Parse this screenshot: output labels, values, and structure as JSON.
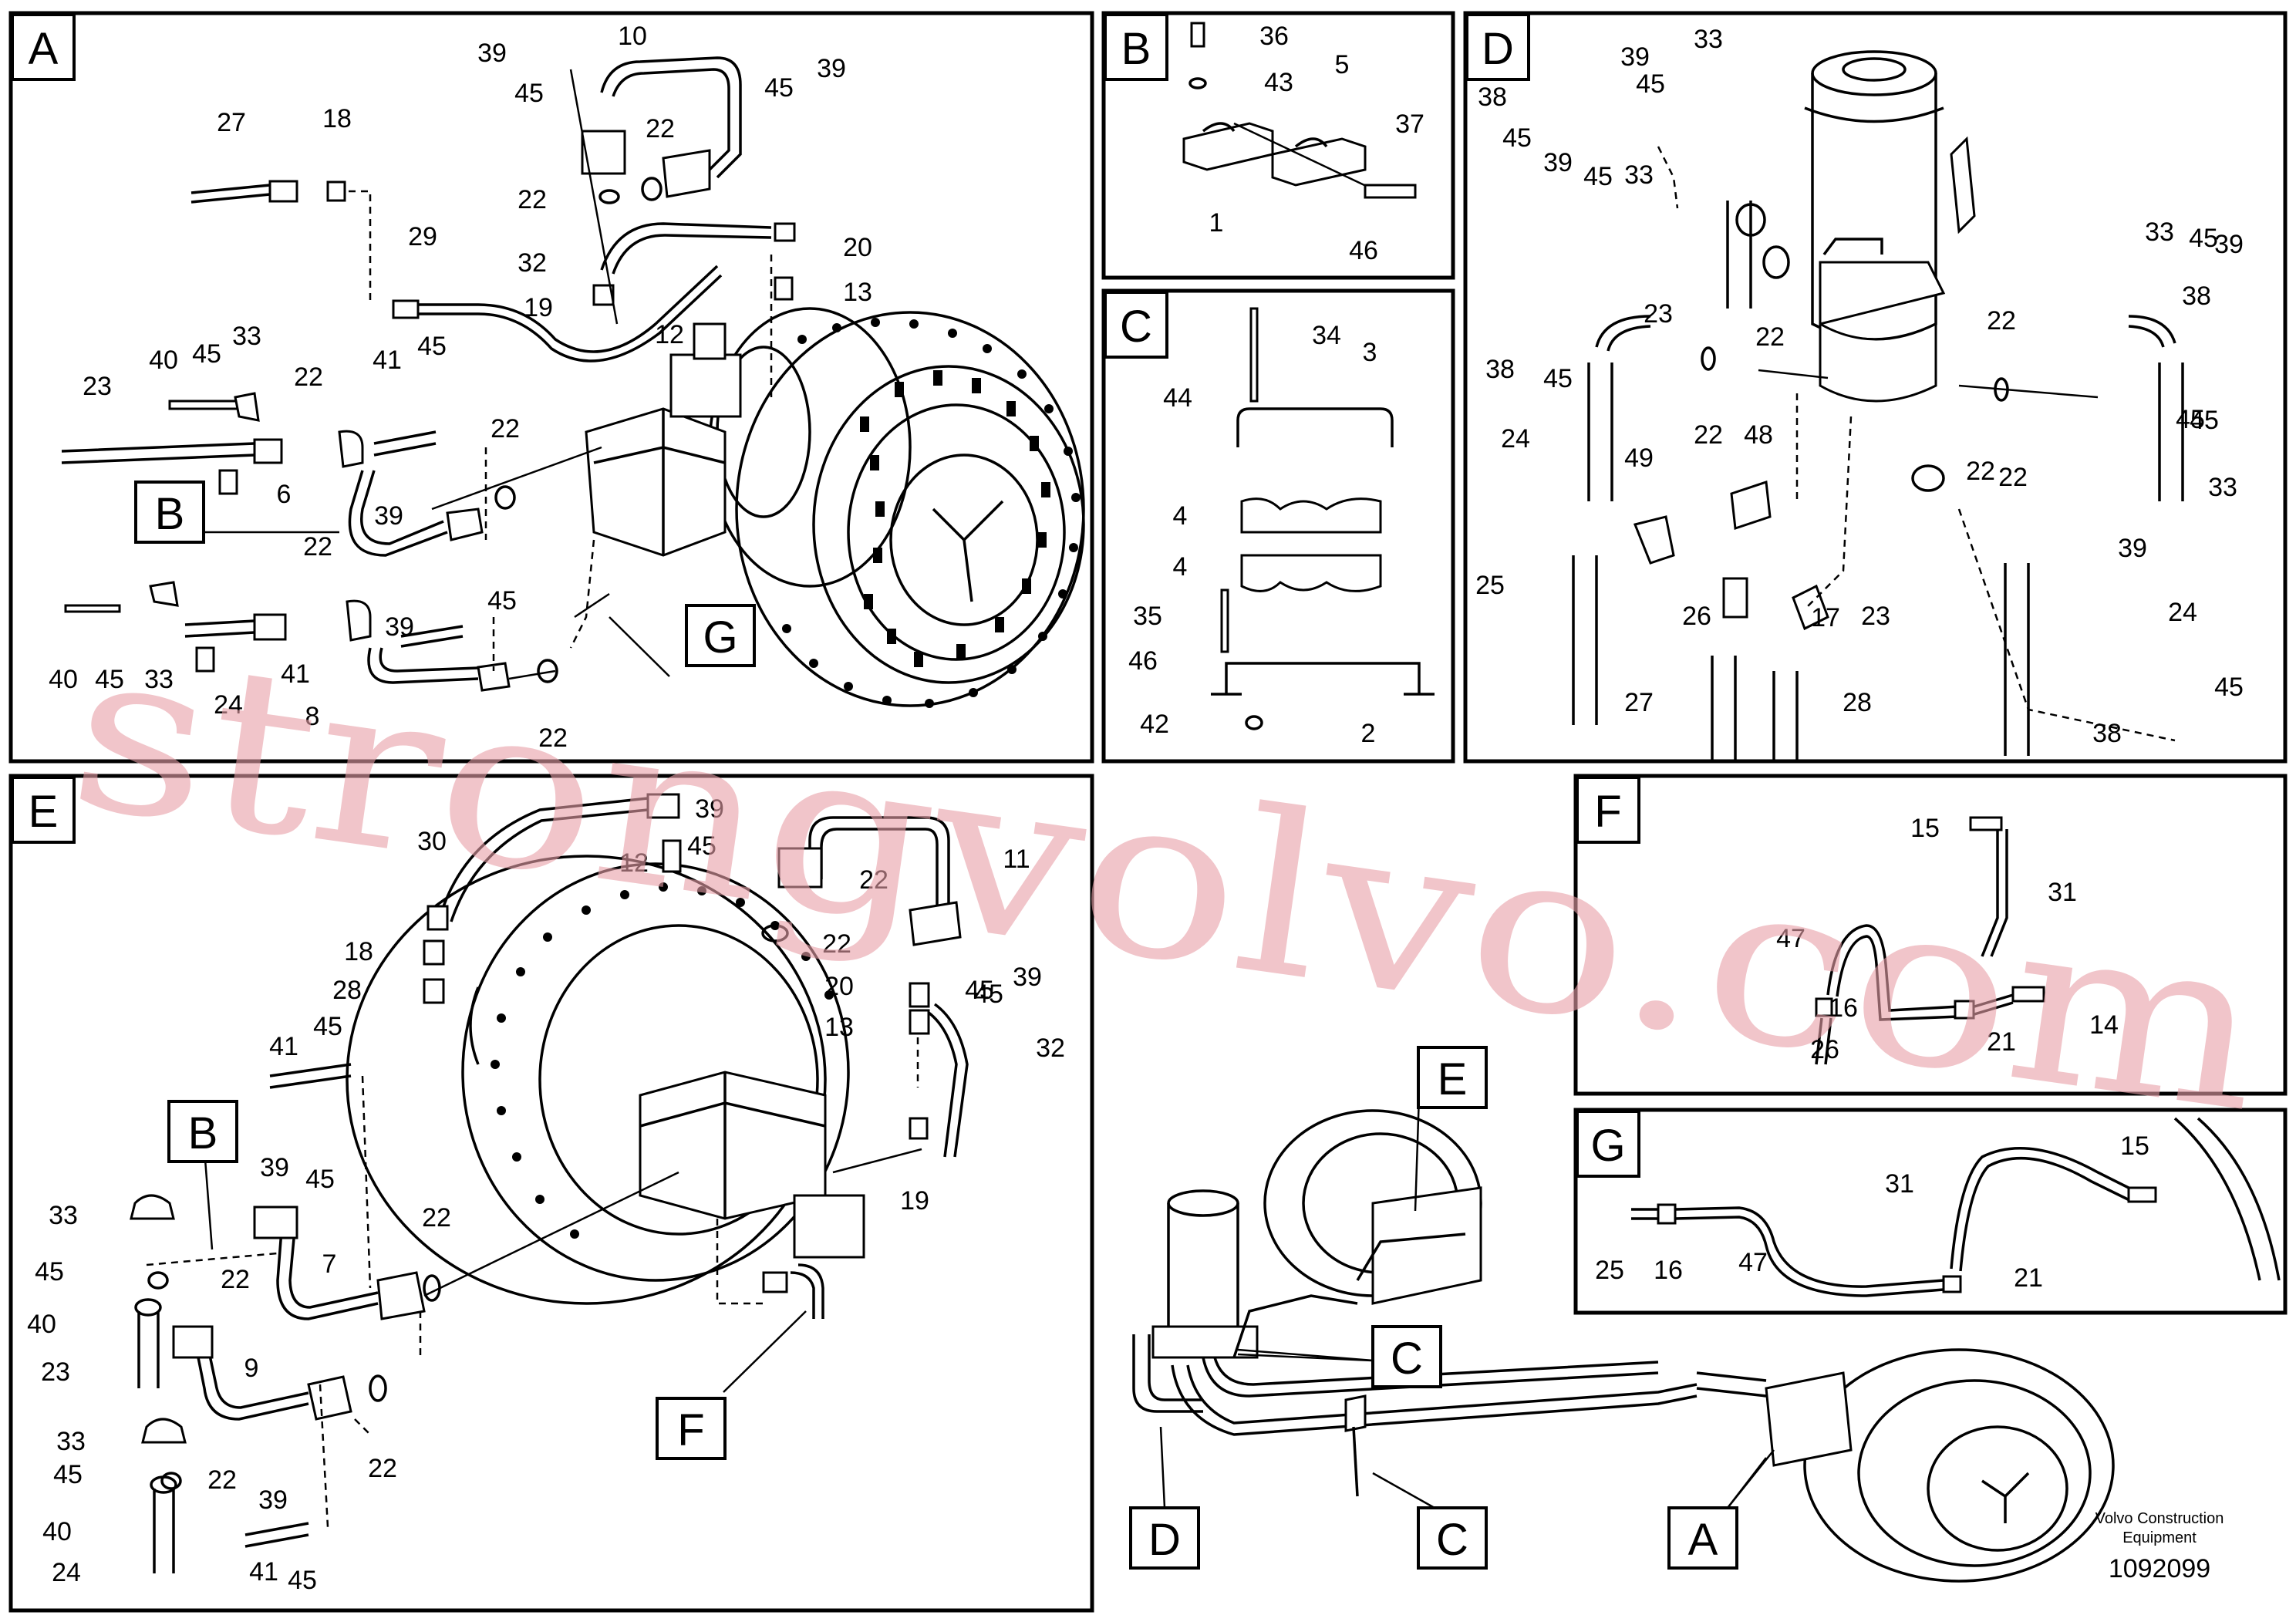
{
  "panels": {
    "A": "A",
    "B": "B",
    "C": "C",
    "D": "D",
    "E": "E",
    "F": "F",
    "G": "G"
  },
  "callouts": {
    "B": "B",
    "C": "C",
    "D": "D",
    "E": "E",
    "A": "A",
    "G": "G",
    "F": "F"
  },
  "overview_callouts": {
    "C1": "C",
    "C2": "C"
  },
  "brand": {
    "line1": "Volvo Construction",
    "line2": "Equipment",
    "doc_number": "1092099"
  },
  "watermark": "strongvolvo.com",
  "labels_a": [
    "39",
    "10",
    "45",
    "39",
    "45",
    "27",
    "18",
    "22",
    "22",
    "20",
    "32",
    "19",
    "13",
    "29",
    "12",
    "40",
    "45",
    "33",
    "23",
    "22",
    "41",
    "45",
    "22",
    "6",
    "39",
    "22",
    "39",
    "45",
    "40",
    "45",
    "33",
    "24",
    "41",
    "8",
    "22"
  ],
  "labels_b": [
    "36",
    "43",
    "5",
    "37",
    "1",
    "46"
  ],
  "labels_c": [
    "34",
    "3",
    "44",
    "4",
    "4",
    "35",
    "46",
    "42",
    "2"
  ],
  "labels_d": [
    "39",
    "33",
    "38",
    "45",
    "45",
    "39",
    "45",
    "33",
    "33",
    "45",
    "39",
    "23",
    "22",
    "38",
    "45",
    "22",
    "38",
    "45",
    "22",
    "22",
    "24",
    "48",
    "49",
    "25",
    "26",
    "17",
    "22",
    "33",
    "23",
    "45",
    "39",
    "24",
    "27",
    "28",
    "45",
    "38"
  ],
  "labels_e": [
    "39",
    "45",
    "30",
    "12",
    "11",
    "22",
    "18",
    "22",
    "45",
    "39",
    "28",
    "20",
    "45",
    "13",
    "32",
    "41",
    "45",
    "39",
    "45",
    "19",
    "33",
    "22",
    "45",
    "7",
    "22",
    "40",
    "23",
    "9",
    "33",
    "22",
    "45",
    "22",
    "40",
    "39",
    "24",
    "41",
    "45"
  ],
  "labels_f": [
    "15",
    "31",
    "47",
    "14",
    "16",
    "21",
    "26"
  ],
  "labels_g": [
    "31",
    "15",
    "25",
    "16",
    "47",
    "21"
  ]
}
